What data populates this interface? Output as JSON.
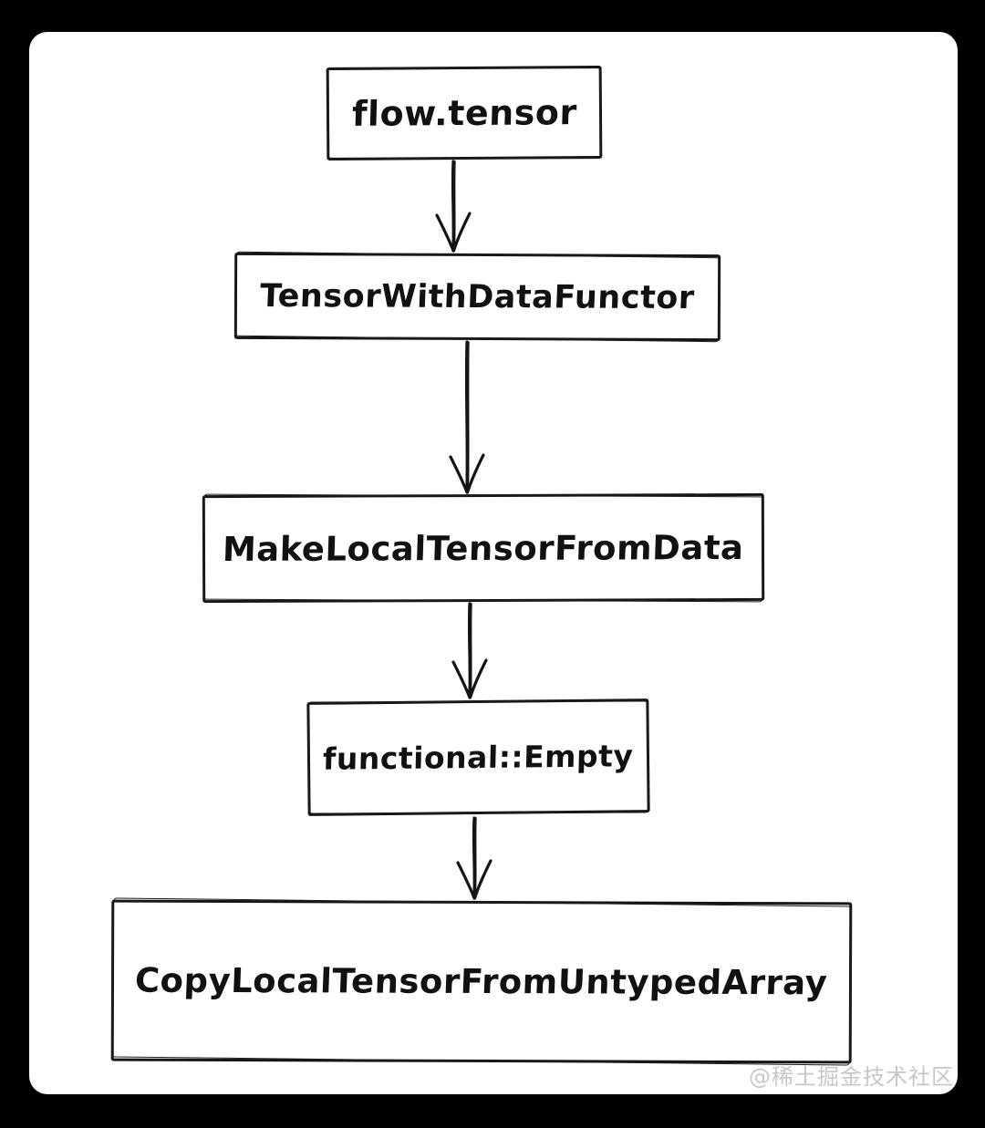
{
  "diagram": {
    "type": "flowchart",
    "direction": "top-to-bottom",
    "nodes": [
      {
        "id": "flow-tensor",
        "label": "flow.tensor"
      },
      {
        "id": "tensor-with-data-functor",
        "label": "TensorWithDataFunctor"
      },
      {
        "id": "make-local-tensor-from-data",
        "label": "MakeLocalTensorFromData"
      },
      {
        "id": "functional-empty",
        "label": "functional::Empty"
      },
      {
        "id": "copy-local-tensor-from-untyped-array",
        "label": "CopyLocalTensorFromUntypedArray"
      }
    ],
    "edges": [
      {
        "from": "flow-tensor",
        "to": "tensor-with-data-functor"
      },
      {
        "from": "tensor-with-data-functor",
        "to": "make-local-tensor-from-data"
      },
      {
        "from": "make-local-tensor-from-data",
        "to": "functional-empty"
      },
      {
        "from": "functional-empty",
        "to": "copy-local-tensor-from-untyped-array"
      }
    ]
  },
  "watermark": {
    "text": "@稀土掘金技术社区"
  },
  "colors": {
    "frame": "#000000",
    "canvas": "#ffffff",
    "stroke": "#161616",
    "watermark": "#c7c7c7"
  }
}
